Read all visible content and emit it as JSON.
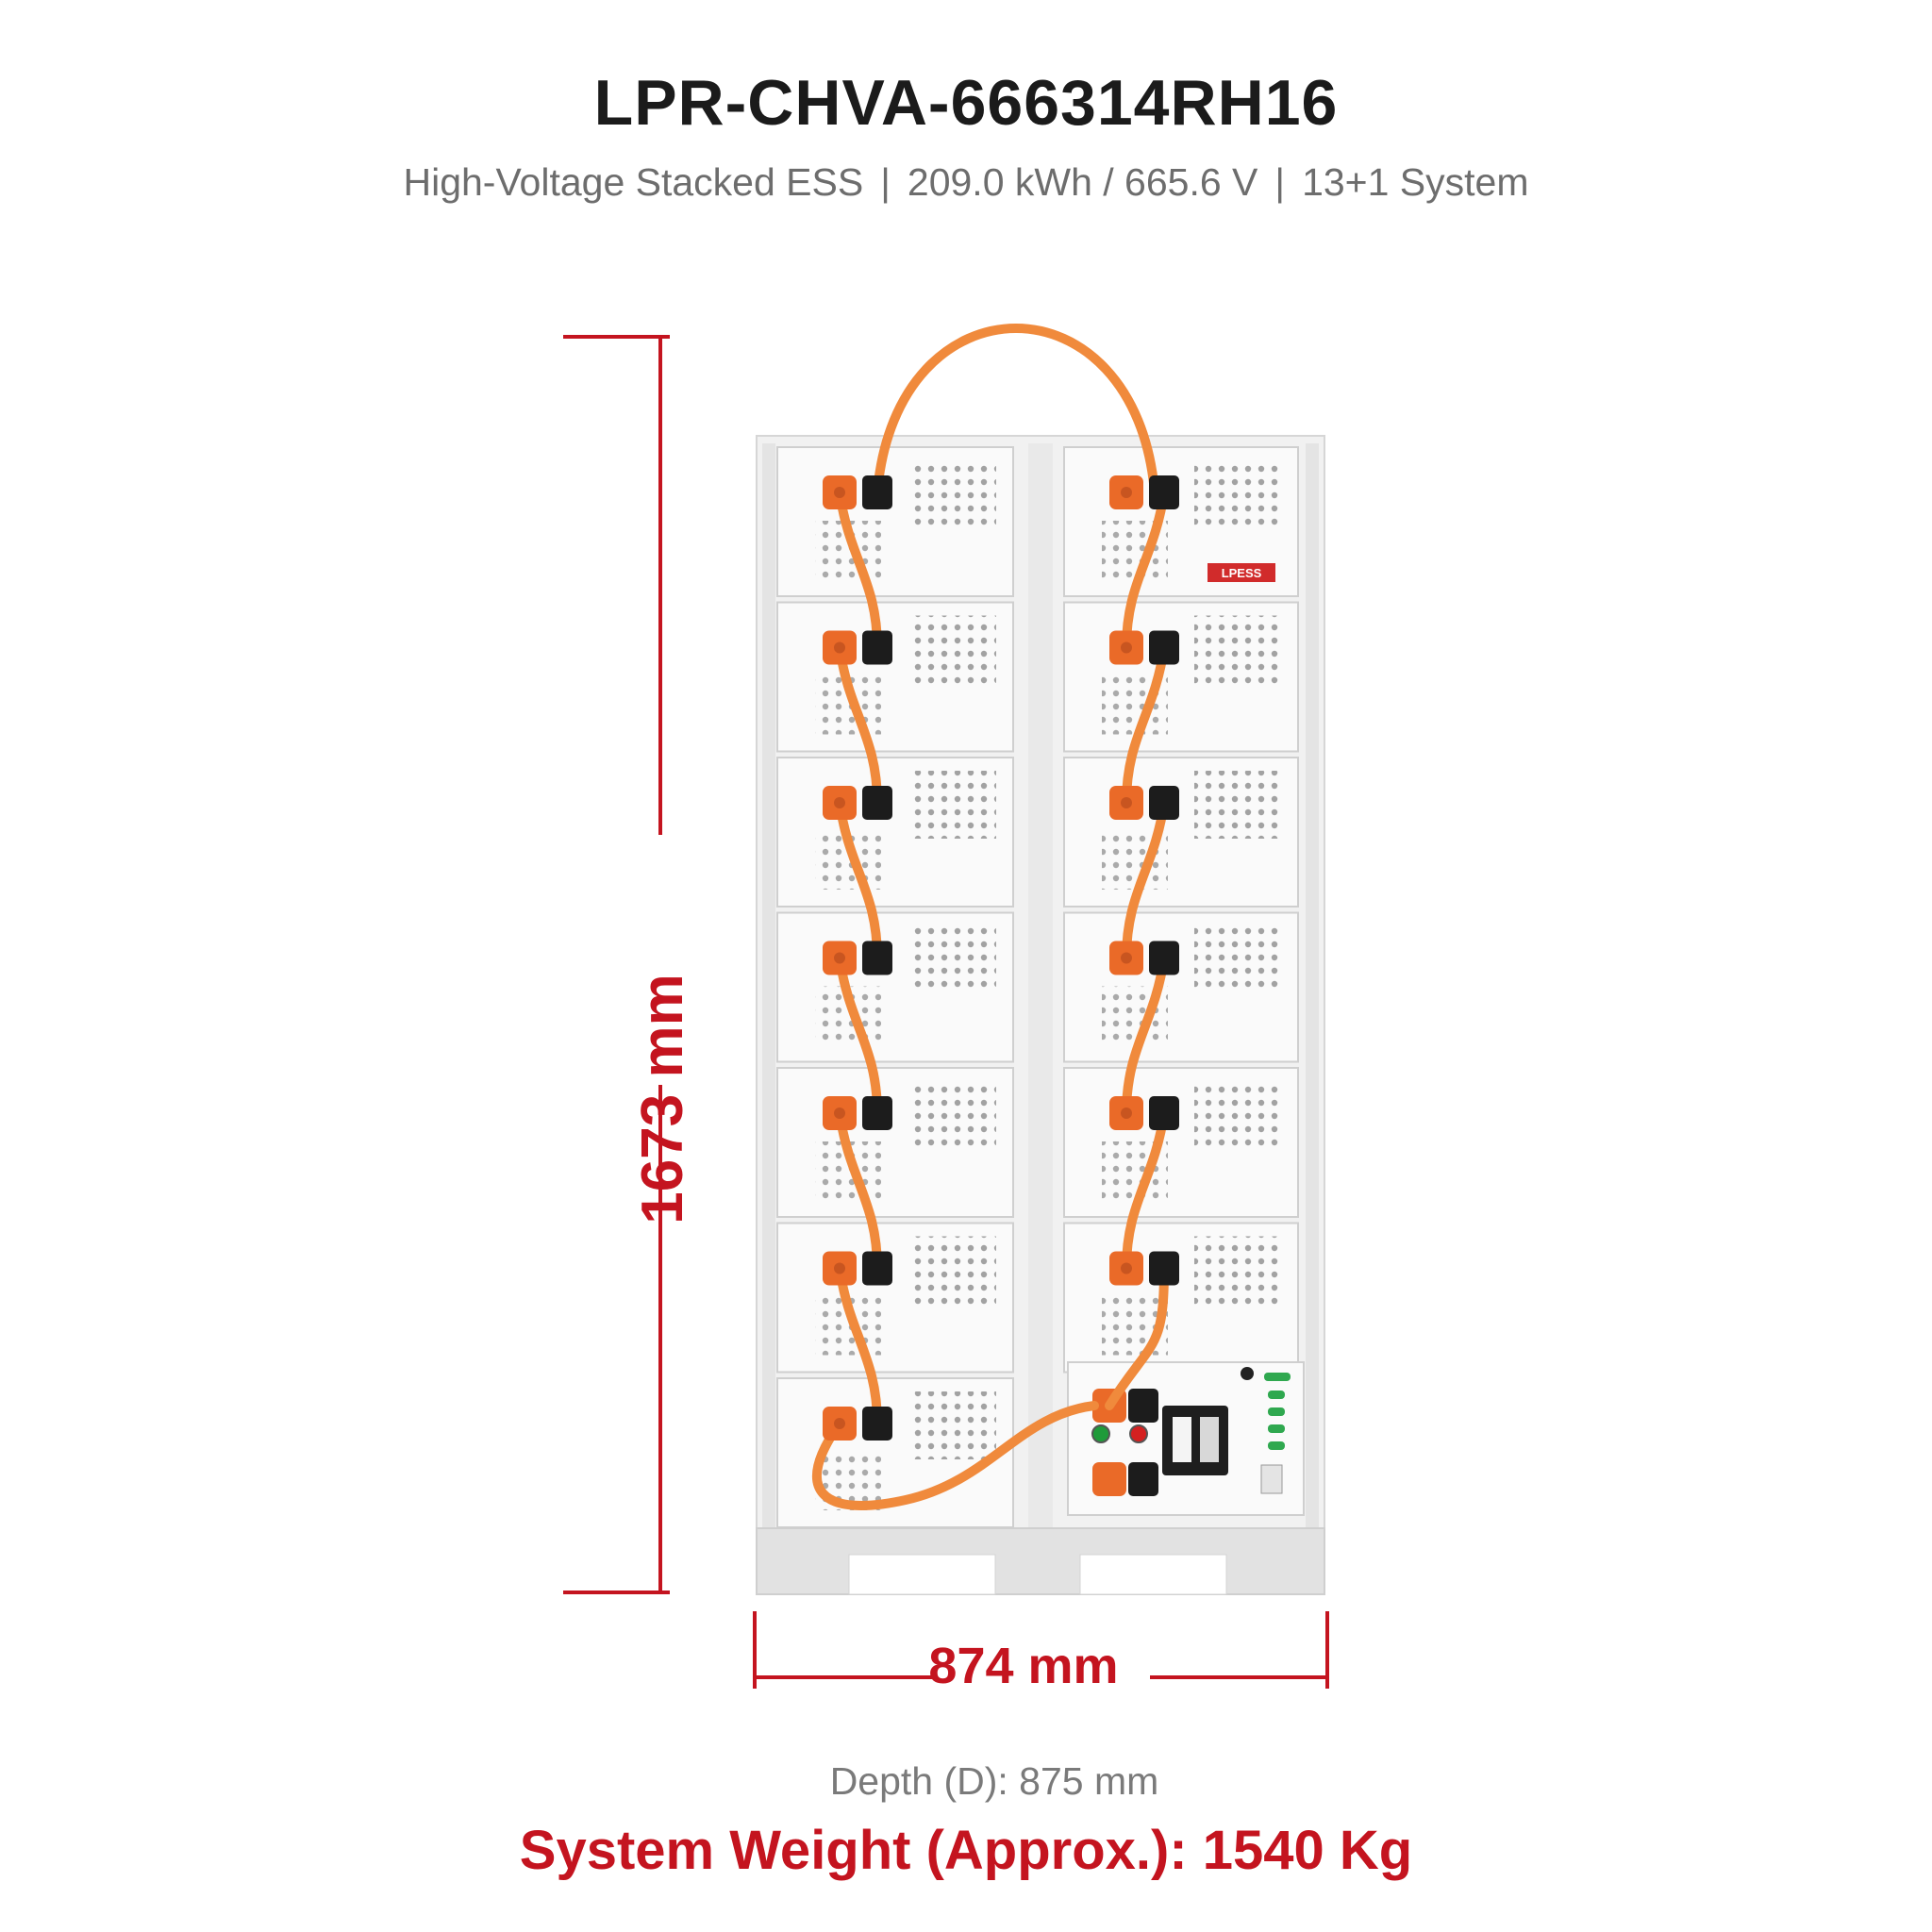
{
  "header": {
    "model": "LPR-CHVA-666314RH16",
    "subtitle_type": "High-Voltage Stacked ESS",
    "separator": "|",
    "subtitle_capacity": "209.0 kWh / 665.6 V",
    "subtitle_config": "13+1 System"
  },
  "dimensions": {
    "height_label": "1673 mm",
    "width_label": "874 mm",
    "depth_label": "Depth (D):  875 mm"
  },
  "weight": {
    "label": "System Weight (Approx.):  1540 Kg"
  },
  "product": {
    "brand_logo_text": "LPESS",
    "left_column_modules": 7,
    "right_column_modules": 6,
    "control_box": 1
  },
  "colors": {
    "accent_red": "#c4141f",
    "cable_orange": "#f08a3c",
    "connector_orange": "#ea6a28",
    "connector_black": "#1c1c1c"
  }
}
